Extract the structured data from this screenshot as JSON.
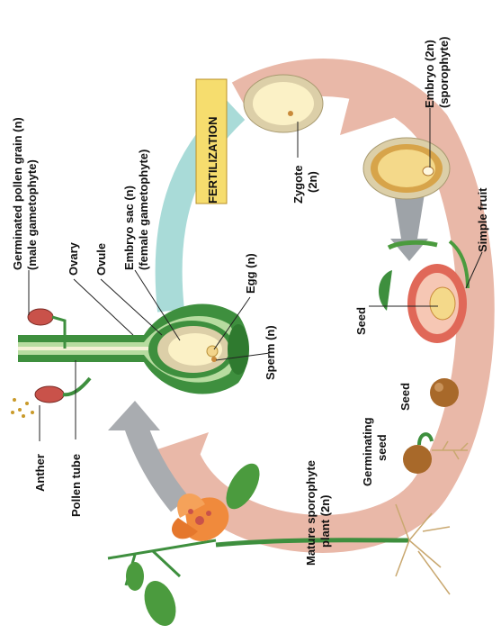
{
  "labels": {
    "germinated_pollen_1": "Germinated pollen grain (n)",
    "germinated_pollen_2": "(male gametophyte)",
    "ovary": "Ovary",
    "ovule": "Ovule",
    "embryo_sac_1": "Embryo sac (n)",
    "embryo_sac_2": "(female gametophyte)",
    "egg": "Egg (n)",
    "sperm": "Sperm (n)",
    "anther": "Anther",
    "pollen_tube": "Pollen tube",
    "fertilization": "FERTILIZATION",
    "zygote_1": "Zygote",
    "zygote_2": "(2n)",
    "embryo_1": "Embryo (2n)",
    "embryo_2": "(sporophyte)",
    "simple_fruit": "Simple fruit",
    "seed_fruit": "Seed",
    "seed": "Seed",
    "germinating_seed_1": "Germinating",
    "germinating_seed_2": "seed",
    "mature_sporophyte_1": "Mature sporophyte",
    "mature_sporophyte_2": "plant (2n)"
  },
  "colors": {
    "cycle_arrow": "#e9b8a8",
    "teal_arrow": "#a9dbd8",
    "gray_arrow": "#a9acb0",
    "carpel_green": "#3e8f3e",
    "light_green": "#b7dca0",
    "ovule_tan": "#dccfa8",
    "cream": "#fbf1c6",
    "fertilization_box": "#f6dd6e",
    "seed_brown": "#a8692a",
    "flower_orange": "#f08a3c",
    "fruit_red": "#e06858"
  }
}
